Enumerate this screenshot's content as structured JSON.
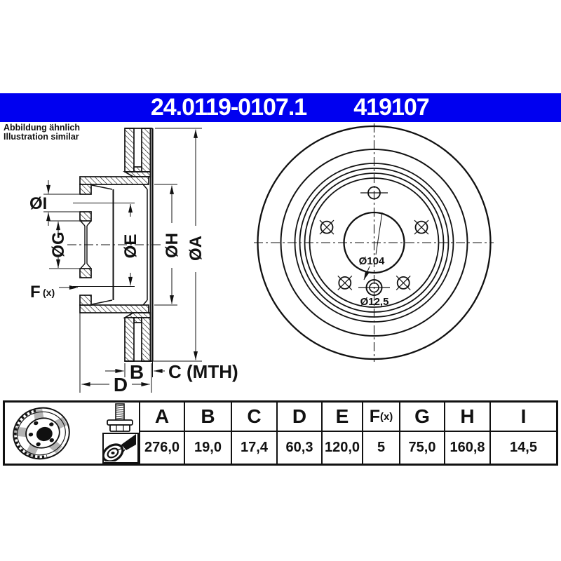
{
  "header": {
    "part_number": "24.0119-0107.1",
    "ref_number": "419107",
    "bar_color": "#0000f0"
  },
  "note": {
    "line1": "Abbildung ähnlich",
    "line2": "Illustration similar"
  },
  "drawing": {
    "labels": {
      "dia_i": "ØI",
      "dia_g": "ØG",
      "dia_e": "ØE",
      "dia_h": "ØH",
      "dia_a": "ØA",
      "f": "F",
      "f_sub": "(x)",
      "b": "B",
      "c_mth": "C (MTH)",
      "d": "D",
      "bolt_circle": "Ø104",
      "pin_hole": "Ø12,5"
    }
  },
  "table": {
    "columns": [
      {
        "label": "A",
        "value": "276,0"
      },
      {
        "label": "B",
        "value": "19,0"
      },
      {
        "label": "C",
        "value": "17,4"
      },
      {
        "label": "D",
        "value": "60,3"
      },
      {
        "label": "E",
        "value": "120,0"
      },
      {
        "label": "F",
        "sub": "(x)",
        "value": "5"
      },
      {
        "label": "G",
        "value": "75,0"
      },
      {
        "label": "H",
        "value": "160,8"
      },
      {
        "label": "I",
        "value": "14,5"
      }
    ],
    "icons": [
      "brake-disc-3d",
      "bolt",
      "coated-disc-spray"
    ]
  }
}
